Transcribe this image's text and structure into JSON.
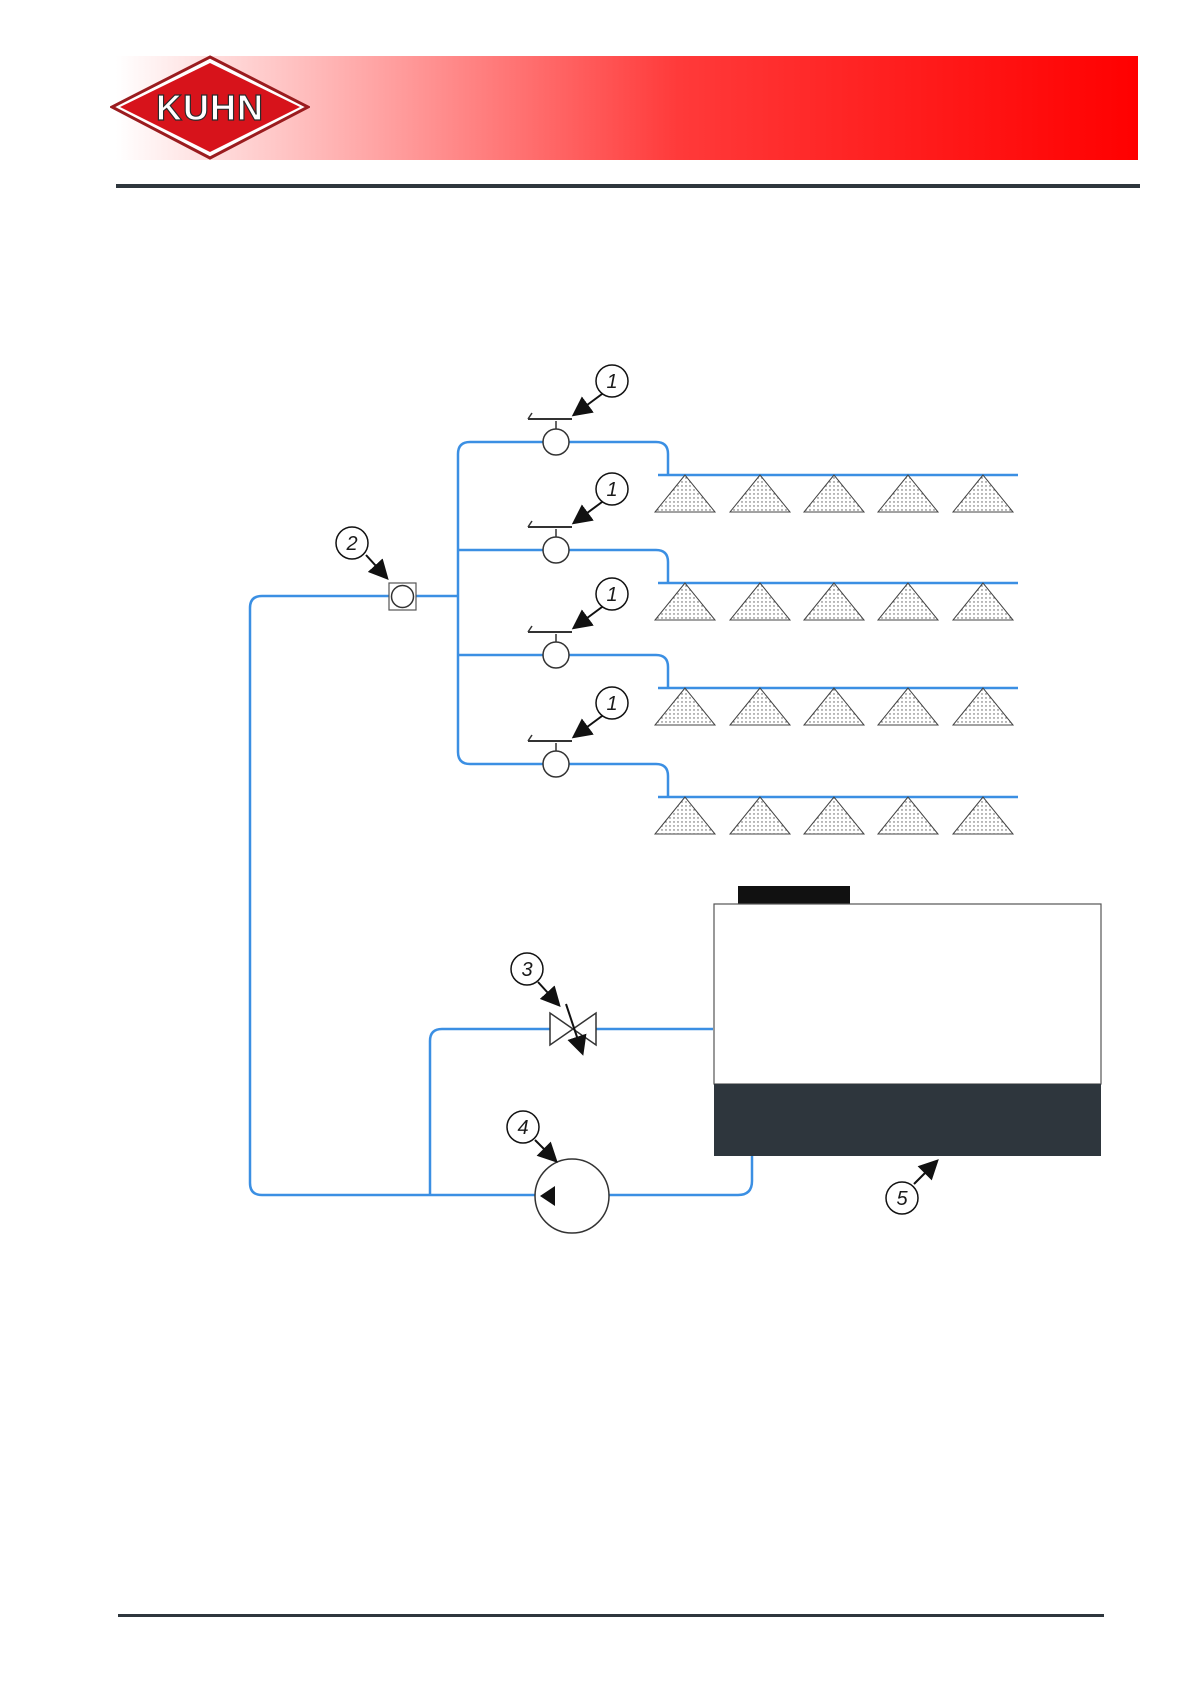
{
  "brand": {
    "logo_text": "KUHN",
    "logo_red": "#d7131b",
    "band_start": "#ffffff",
    "band_end": "#ff0000",
    "rule_color": "#2e363d"
  },
  "diagram": {
    "pipe_color": "#3b8fe3",
    "callouts": [
      {
        "label": "1",
        "target": "section-valve-1"
      },
      {
        "label": "1",
        "target": "section-valve-2"
      },
      {
        "label": "1",
        "target": "section-valve-3"
      },
      {
        "label": "1",
        "target": "section-valve-4"
      },
      {
        "label": "2",
        "target": "flow-meter"
      },
      {
        "label": "3",
        "target": "regulating-valve"
      },
      {
        "label": "4",
        "target": "pump"
      },
      {
        "label": "5",
        "target": "tank"
      }
    ]
  }
}
